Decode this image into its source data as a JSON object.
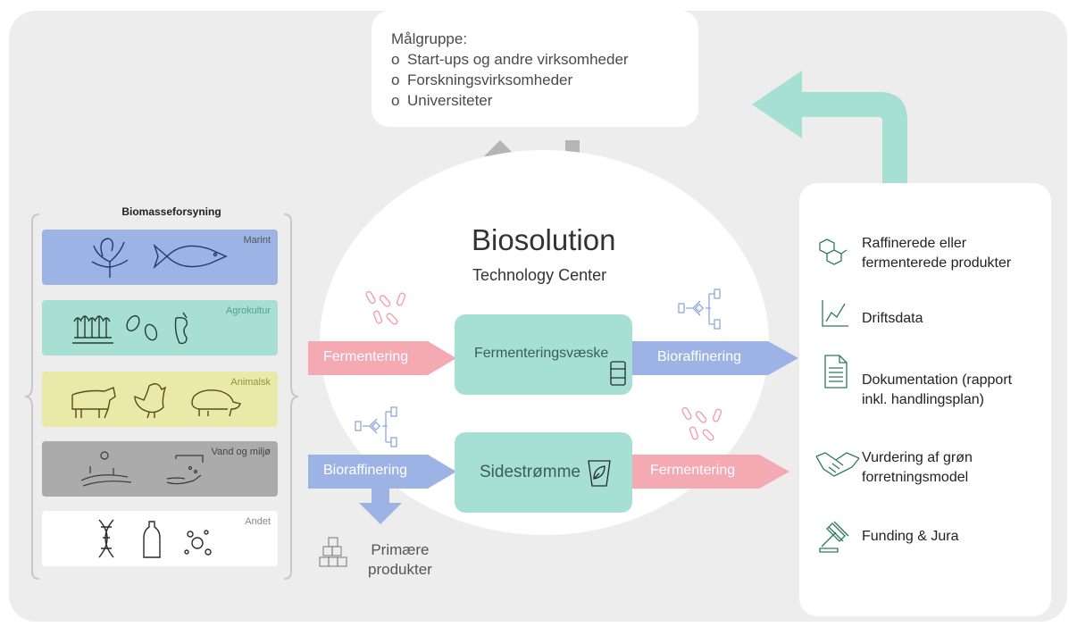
{
  "target_group": {
    "title": "Målgruppe:",
    "items": [
      "Start-ups og andre virksomheder",
      "Forskningsvirksomheder",
      "Universiteter"
    ]
  },
  "center": {
    "title": "Biosolution",
    "subtitle": "Technology Center"
  },
  "biomass": {
    "title": "Biomasseforsyning",
    "categories": [
      {
        "label": "Marint",
        "color": "#9db3e6"
      },
      {
        "label": "Agrokultur",
        "color": "#a7dfd3"
      },
      {
        "label": "Animalsk",
        "color": "#eaeaa8"
      },
      {
        "label": "Vand og miljø",
        "color": "#ababab"
      },
      {
        "label": "Andet",
        "color": "#ffffff"
      }
    ]
  },
  "flow": {
    "top_left_arrow": "Fermentering",
    "fermentation_liquid": "Fermenteringsvæske",
    "top_right_arrow": "Bioraffinering",
    "bottom_left_arrow": "Bioraffinering",
    "side_streams": "Sidestrømme",
    "bottom_right_arrow": "Fermentering",
    "primary_products_line1": "Primære",
    "primary_products_line2": "produkter"
  },
  "outputs": [
    {
      "line1": "Raffinerede eller",
      "line2": "fermenterede produkter"
    },
    {
      "line1": "Driftsdata"
    },
    {
      "line1": "Dokumentation (rapport",
      "line2": "inkl. handlingsplan)"
    },
    {
      "line1": "Vurdering af grøn",
      "line2": "forretningsmodel"
    },
    {
      "line1": "Funding & Jura"
    }
  ],
  "colors": {
    "teal": "#a6dfd3",
    "pink": "#f4a9b3",
    "blue": "#9db3e6",
    "green_icon": "#2e7b5e",
    "arrow_grey": "#b5b5b5",
    "return_arrow": "#a6dfd3"
  }
}
